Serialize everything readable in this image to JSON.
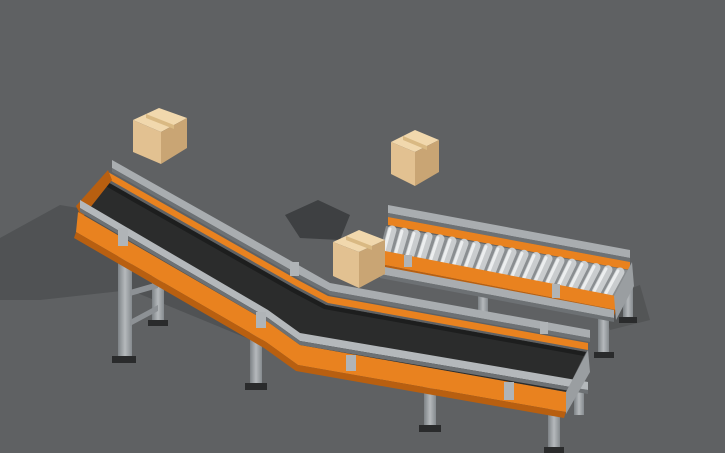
{
  "scene": {
    "background": "#5f6163",
    "colors": {
      "frame_orange": "#e9821f",
      "frame_orange_dark": "#b85f10",
      "belt": "#2b2c2c",
      "belt_edge": "#1d1e1e",
      "rail_metal": "#a9adb0",
      "rail_metal_dark": "#6d7174",
      "leg_metal": "#9ea3a7",
      "roller": "#c9ccce",
      "box_front": "#e2c191",
      "box_side": "#c9a574",
      "box_top": "#f1d8ad",
      "shadow": "#4a4c4e"
    },
    "objects": [
      {
        "name": "inclined-belt-conveyor",
        "type": "belt-conveyor"
      },
      {
        "name": "roller-conveyor",
        "type": "gravity-roller-conveyor"
      },
      {
        "name": "cardboard-box",
        "count": 3
      }
    ]
  }
}
